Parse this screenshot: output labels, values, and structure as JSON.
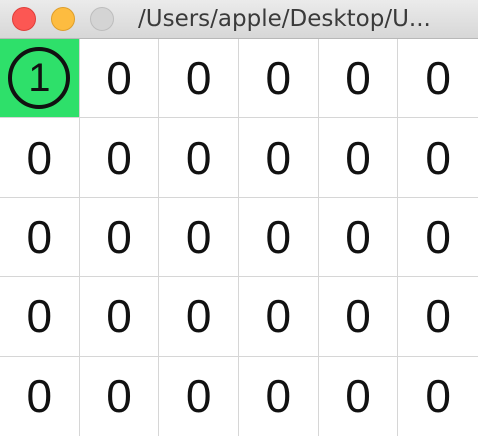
{
  "window": {
    "title": "/Users/apple/Desktop/U..."
  },
  "grid": {
    "rows": 5,
    "columns": 6,
    "active_cell": {
      "row": 0,
      "column": 0
    },
    "active_color": "#2ee06a",
    "cells": [
      [
        "1",
        "0",
        "0",
        "0",
        "0",
        "0"
      ],
      [
        "0",
        "0",
        "0",
        "0",
        "0",
        "0"
      ],
      [
        "0",
        "0",
        "0",
        "0",
        "0",
        "0"
      ],
      [
        "0",
        "0",
        "0",
        "0",
        "0",
        "0"
      ],
      [
        "0",
        "0",
        "0",
        "0",
        "0",
        "0"
      ]
    ]
  }
}
